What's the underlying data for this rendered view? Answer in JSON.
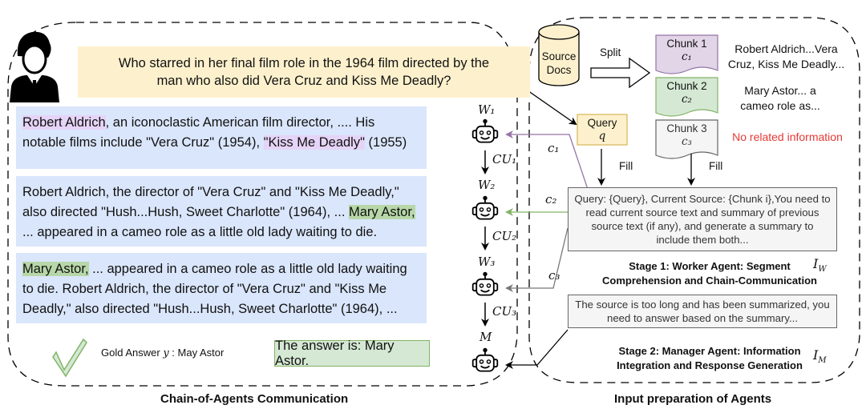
{
  "left_panel": {
    "question": "Who starred in her final film role in the 1964 film directed by the man who also did Vera Cruz and Kiss Me Deadly?",
    "docs": [
      {
        "hl1": "Robert Aldrich",
        "mid": ", an iconoclastic American film director, .... His notable films include \"Vera Cruz\" (1954), ",
        "hl2": "\"Kiss Me Deadly\"",
        "tail": " (1955)"
      },
      {
        "pre": "Robert Aldrich, the director of \"Vera Cruz\" and \"Kiss Me Deadly,\" also directed \"Hush...Hush, Sweet Charlotte\" (1964), ... ",
        "hl": "Mary Astor,",
        "tail": " ... appeared in a cameo role as a little old lady waiting to die."
      },
      {
        "hl": " Mary Astor,",
        "tail": " ... appeared in a cameo role as a little old lady waiting to die. Robert Aldrich, the director of \"Vera Cruz\" and \"Kiss Me Deadly,\" also directed \"Hush...Hush, Sweet Charlotte\" (1964), ..."
      }
    ],
    "gold_label": "Gold Answer ",
    "gold_var": "y",
    "gold_value": " : May Astor",
    "answer": "The answer is: Mary Astor.",
    "caption": "Chain-of-Agents Communication"
  },
  "agents": {
    "w1": "W₁",
    "w2": "W₂",
    "w3": "W₃",
    "m": "M",
    "cu1": "CU₁",
    "cu2": "CU₂",
    "cu3": "CU₃",
    "c1": "c₁",
    "c2": "c₂",
    "c3": "c₃"
  },
  "right_panel": {
    "source_docs": [
      "Source",
      "Docs"
    ],
    "split": "Split",
    "chunks": [
      {
        "title": "Chunk 1",
        "var": "c₁",
        "text": "Robert Aldrich...Vera Cruz, Kiss Me Deadly...",
        "color": "#e1d5e7",
        "stroke": "#9673a6"
      },
      {
        "title": "Chunk 2",
        "var": "c₂",
        "text": "Mary Astor... a cameo role as...",
        "color": "#d5e8d4",
        "stroke": "#82b366"
      },
      {
        "title": "Chunk 3",
        "var": "c₃",
        "text": "No related information",
        "color": "#f5f5f5",
        "stroke": "#666666"
      }
    ],
    "no_info_color": "#e53935",
    "query_title": "Query",
    "query_var": "q",
    "fill1": "Fill",
    "fill2": "Fill",
    "worker_prompt": "Query: {Query}, Current Source: {Chunk i},You need to read current source text and summary of previous source text (if any), and generate a summary to include them both...",
    "stage1": "Stage 1: Worker Agent: Segment Comprehension and Chain-Communication",
    "iw": "I_W",
    "manager_prompt": "The source is too long and has been summarized, you need to answer based on the summary...",
    "stage2": "Stage 2: Manager Agent: Information Integration and Response Generation",
    "im": "I_M",
    "caption": "Input preparation of Agents"
  }
}
